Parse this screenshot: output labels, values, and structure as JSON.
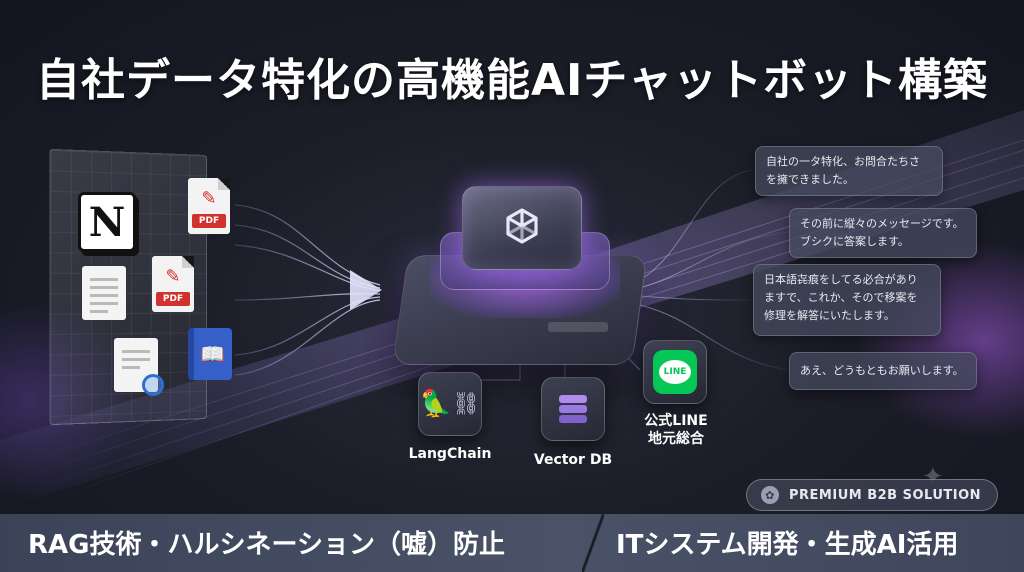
{
  "title": "自社データ特化の高機能AIチャットボット構築",
  "documents": {
    "notion_icon": "notion-logo",
    "pdf_label": "PDF",
    "pdf_label_2": "PDF",
    "notion_letter": "N"
  },
  "tools": {
    "langchain": "LangChain",
    "vectordb": "Vector DB",
    "line_line1": "公式LINE",
    "line_line2": "地元総合",
    "line_icon_text": "LINE"
  },
  "chat": {
    "b1": [
      "自社の一タ特化、お問合たちさ",
      "を擁できました。"
    ],
    "b2": [
      "その前に縦々のメッセージです。",
      "ブシクに答案します。"
    ],
    "b3": [
      "日本語㐂痕をしてる必合があり",
      "ますで、これか、そので移案を",
      "修理を解答にいたします。"
    ],
    "b4": [
      "あえ、どうもともお願いします。"
    ]
  },
  "badge": {
    "premium": "PREMIUM B2B SOLUTION"
  },
  "bottom": {
    "left": "RAG技術・ハルシネーション（嘘）防止",
    "right": "ITシステム開発・生成AI活用"
  },
  "colors": {
    "background": "#1b1d27",
    "accent_purple": "#b46eff",
    "line_green": "#06c755",
    "pdf_red": "#d2322d"
  }
}
